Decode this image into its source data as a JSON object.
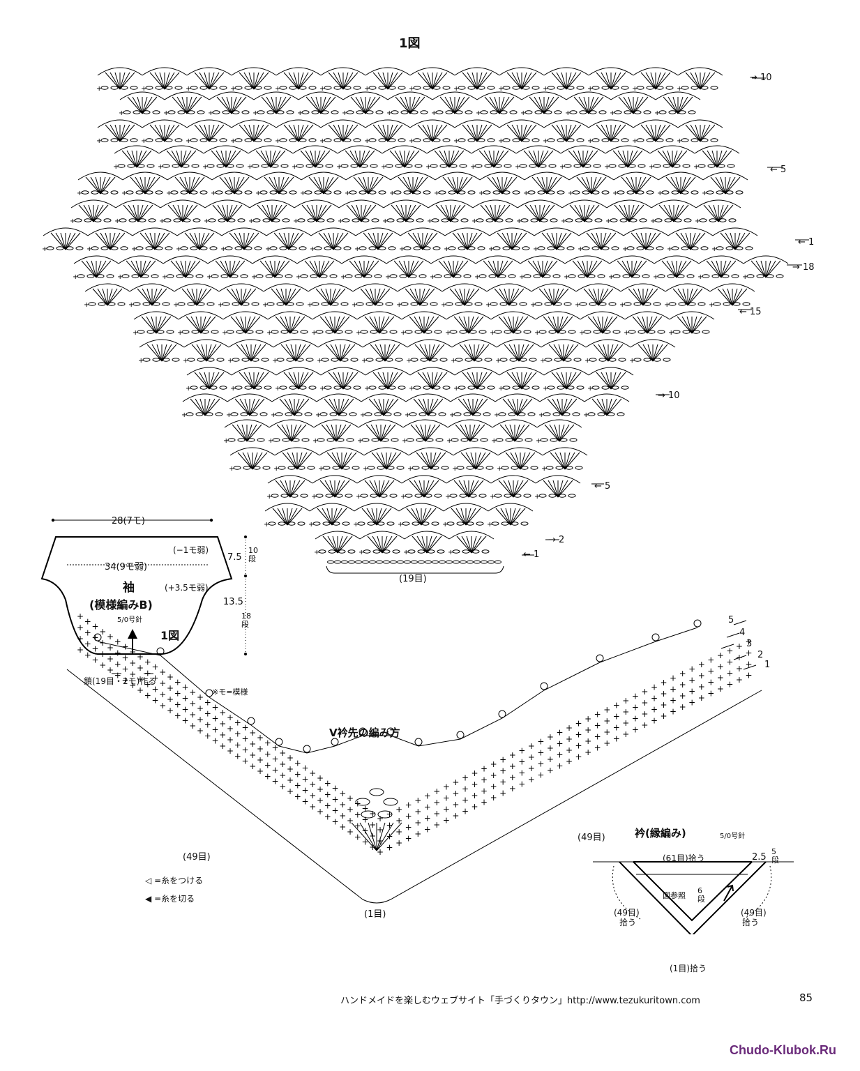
{
  "chart1": {
    "title": "1図",
    "row_labels": [
      "→ 10",
      "← 5",
      "← 1",
      "→ 18",
      "← 15",
      "→ 10",
      "← 5",
      "→ 2",
      "← 1"
    ],
    "foundation_label": "(19目)"
  },
  "sleeve": {
    "top_width": "28(7モ)",
    "inner_width": "34(9モ弱)",
    "top_note": "(−1モ弱)",
    "side_note": "(+3.5モ弱)",
    "title": "袖",
    "pattern": "(模様編みB)",
    "needle": "5/0号針",
    "chart_ref": "1図",
    "dim1": "7.5",
    "rows1": "10段",
    "dim2": "13.5",
    "rows2": "18段",
    "start_note": "鎖(19目・2モ)作る",
    "moyou_note": "※モ=模様"
  },
  "vneck": {
    "title": "V衿先の編み方",
    "left_count": "(49目)",
    "right_count": "(49目)",
    "center_count": "(1目)",
    "row_labels": [
      "5",
      "4",
      "3",
      "2",
      "1"
    ],
    "legend_attach": "=糸をつける",
    "legend_cut": "=糸を切る"
  },
  "collar": {
    "title": "衿",
    "pattern": "(縁編み)",
    "needle": "5/0号針",
    "top_pick": "(61目)拾う",
    "height": "2.5",
    "height_rows": "5段",
    "ref": "図参照",
    "rows6": "6段",
    "left_pick": "(49目)",
    "left_pick2": "拾う",
    "right_pick": "(49目)",
    "right_pick2": "拾う",
    "bottom_pick": "(1目)拾う"
  },
  "footer": {
    "text": "ハンドメイドを楽しむウェブサイト「手づくりタウン」http://www.tezukuritown.com",
    "page": "85"
  },
  "watermark": "Chudo-Klubok.Ru"
}
